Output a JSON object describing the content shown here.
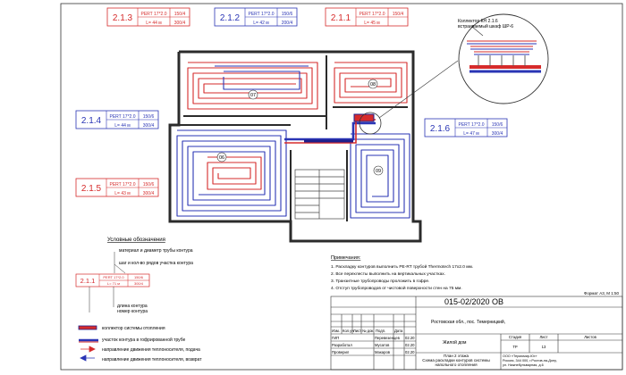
{
  "colors": {
    "red": "#d62b2b",
    "blue": "#2a35b5",
    "dark_blue": "#1d1f8c",
    "wall": "#2b2b2b",
    "line": "#333333"
  },
  "zones": [
    {
      "id": "2.1.3",
      "pipe": "PERT 17*2.0",
      "len": "L= 44 м",
      "step": "150/4",
      "area": "300/4",
      "color": "red"
    },
    {
      "id": "2.1.2",
      "pipe": "PERT 17*2.0",
      "len": "L= 42 м",
      "step": "150/6",
      "area": "200/4",
      "color": "blue"
    },
    {
      "id": "2.1.1",
      "pipe": "PERT 17*2.0",
      "len": "L= 45 м",
      "step": "150/4",
      "area": "",
      "color": "red"
    },
    {
      "id": "2.1.4",
      "pipe": "PERT 17*2.0",
      "len": "L= 44 м",
      "step": "150/6",
      "area": "300/4",
      "color": "blue"
    },
    {
      "id": "2.1.6",
      "pipe": "PERT 17*2.0",
      "len": "L= 47 м",
      "step": "150/6",
      "area": "300/4",
      "color": "blue"
    },
    {
      "id": "2.1.5",
      "pipe": "PERT 17*2.0",
      "len": "L= 43 м",
      "step": "150/6",
      "area": "300/4",
      "color": "red"
    }
  ],
  "room_markers": [
    "07",
    "08",
    "06",
    "09"
  ],
  "collector_note": {
    "line1": "Коллектор КН 2.1.6",
    "line2": "встраиваемый шкаф ШР-6"
  },
  "legend": {
    "title": "Условные обозначения",
    "note1": "материал и диаметр трубы контура",
    "note2": "шаг и кол-во рядов участка контура",
    "sample": {
      "id": "2.1.1",
      "pipe": "PERT 17*2.0",
      "len": "L= 71 м",
      "step": "150/6",
      "area": "300/4"
    },
    "note3": "длина контура",
    "note4": "номер контура",
    "items": [
      "коллектор системы отопления",
      "участок контура в гофрированной трубе",
      "направление движения теплоносителя, подача",
      "направление движения теплоносителя, возврат"
    ]
  },
  "notes": {
    "title": "Примечания:",
    "items": [
      "1. Раскладку контуров выполнить PE-RT трубой Thermotech 17x2.0 мм.",
      "2. Все перехлесты выполнить на вертикальных участках.",
      "3. Транзитные трубопроводы проложить в гофре.",
      "4. Отступ трубопроводов от чистовой поверхности стен на 75 мм."
    ]
  },
  "format_note": "Формат А3, М 1:50",
  "stamp": {
    "code": "015-02/2020 ОВ",
    "address": "Ростовская обл., пос. Темерницкий,",
    "building": "Жилой дом",
    "sheet_title": "План 2 этажа\nСхема раскладки контуров системы\nнапольного отопления",
    "head_cols": [
      "Изм.",
      "Кол.уч",
      "Лист",
      "№ док.",
      "Подп.",
      "Дата"
    ],
    "rows": [
      {
        "role": "ГИП",
        "name": "Перевезенцев",
        "date": "02.20"
      },
      {
        "role": "Разработал",
        "name": "Мусатов",
        "date": "02.20"
      },
      {
        "role": "Проверил",
        "name": "Макаров",
        "date": "02.20"
      }
    ],
    "stage_label": "Стадия",
    "stage": "ТР",
    "sheet_label": "Лист",
    "sheet": "13",
    "sheets_label": "Листов",
    "sheets": "",
    "org": "ООО «Термомир-Юг»\nРоссия, 344 000, г.Ростов-на-Дону,\nул. Нижнебульварная, д.6"
  }
}
